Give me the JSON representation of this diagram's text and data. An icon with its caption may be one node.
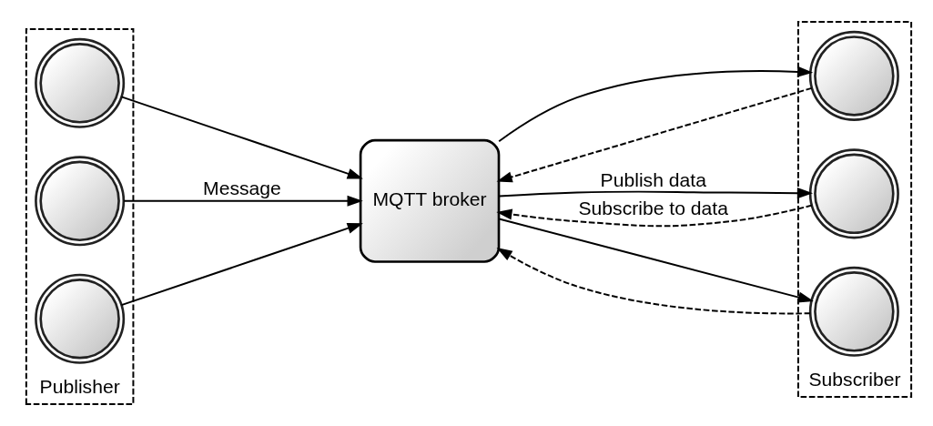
{
  "diagram": {
    "nodes": [
      {
        "text": [
          "Publisher"
        ]
      },
      {
        "text": [],
        "shape": "circle",
        "in": 0
      },
      {
        "text": [],
        "shape": "circle",
        "in": 0
      },
      {
        "text": [],
        "shape": "circle",
        "in": 0
      },
      {
        "text": [
          "MQTT broker"
        ]
      },
      {
        "text": [
          "Subscriber"
        ]
      },
      {
        "text": [],
        "shape": "circle",
        "in": 5
      },
      {
        "text": [],
        "shape": "circle",
        "in": 5
      },
      {
        "text": [],
        "shape": "circle",
        "in": 5
      }
    ],
    "edges": [
      {
        "from": 1,
        "to": 4,
        "arrow": "to"
      },
      {
        "from": 2,
        "to": 4,
        "arrow": "to",
        "label": "Message"
      },
      {
        "from": 3,
        "to": 4,
        "arrow": "to"
      },
      {
        "from": 4,
        "to": 6,
        "arrow": "to"
      },
      {
        "from": 6,
        "to": 4,
        "arrow": "to",
        "style": "dashed"
      },
      {
        "from": 4,
        "to": 7,
        "arrow": "to",
        "label": "Publish data"
      },
      {
        "from": 7,
        "to": 4,
        "arrow": "to",
        "style": "dashed",
        "label": "Subscribe to data"
      },
      {
        "from": 4,
        "to": 8,
        "arrow": "to"
      },
      {
        "from": 8,
        "to": 4,
        "arrow": "to",
        "style": "dashed"
      }
    ]
  }
}
